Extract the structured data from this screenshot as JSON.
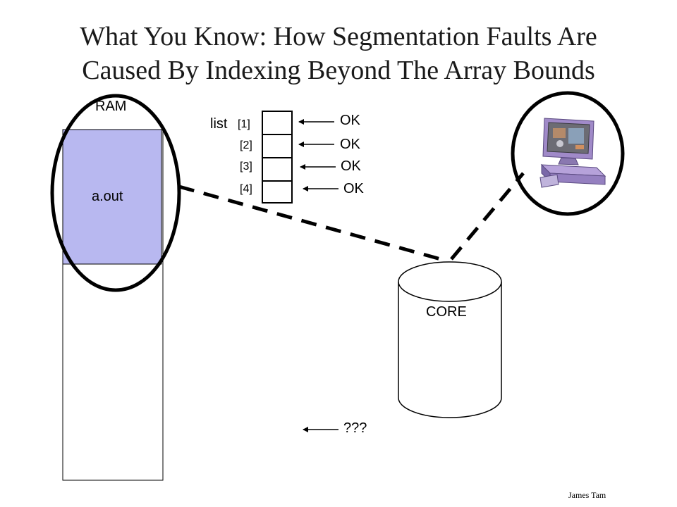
{
  "title": {
    "line1": "What You Know: How Segmentation Faults Are",
    "line2": "Caused By Indexing Beyond The Array Bounds"
  },
  "memory": {
    "ram_label": "RAM",
    "program_label": "a.out"
  },
  "array": {
    "name": "list",
    "indices": [
      "[1]",
      "[2]",
      "[3]",
      "[4]"
    ],
    "access_results": [
      "OK",
      "OK",
      "OK",
      "OK"
    ]
  },
  "core": {
    "label": "CORE"
  },
  "unknown_access": {
    "label": "???"
  },
  "computer": {
    "icon": "desktop-computer-icon"
  },
  "footer": {
    "author": "James Tam"
  },
  "colors": {
    "program_fill": "#b8b8f0",
    "stroke": "#000000",
    "monitor_purple": "#a08ac8"
  }
}
